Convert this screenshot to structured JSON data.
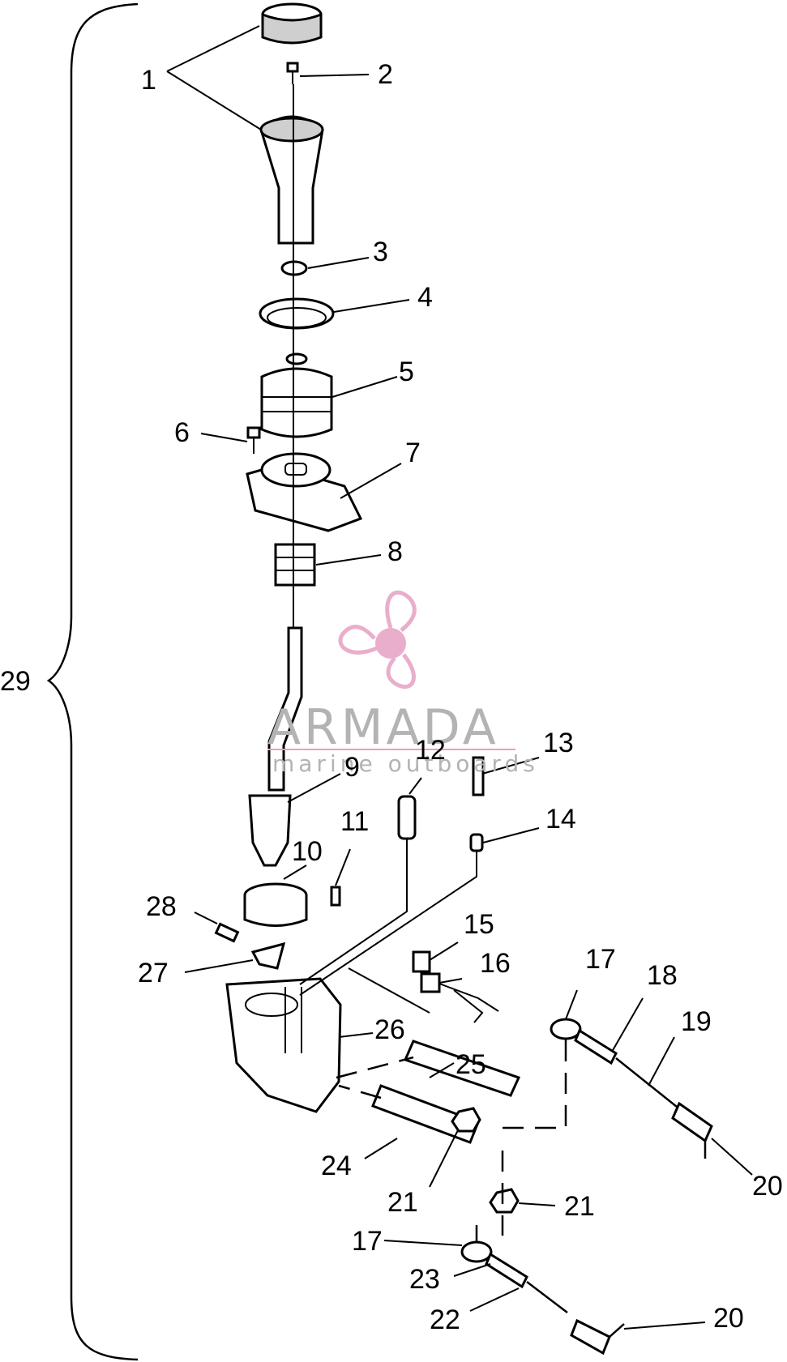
{
  "diagram": {
    "labels": {
      "p1": "1",
      "p2": "2",
      "p3": "3",
      "p4": "4",
      "p5": "5",
      "p6": "6",
      "p7": "7",
      "p8": "8",
      "p9": "9",
      "p10": "10",
      "p11": "11",
      "p12": "12",
      "p13": "13",
      "p14": "14",
      "p15": "15",
      "p16": "16",
      "p17a": "17",
      "p17b": "17",
      "p18": "18",
      "p19": "19",
      "p20a": "20",
      "p20b": "20",
      "p21a": "21",
      "p21b": "21",
      "p22": "22",
      "p23": "23",
      "p24": "24",
      "p25": "25",
      "p26": "26",
      "p27": "27",
      "p28": "28",
      "p29": "29"
    }
  },
  "watermark": {
    "title": "ARMADA",
    "subtitle": "marine outboards",
    "logo": "propeller-logo",
    "color": "#e6a0c4"
  }
}
